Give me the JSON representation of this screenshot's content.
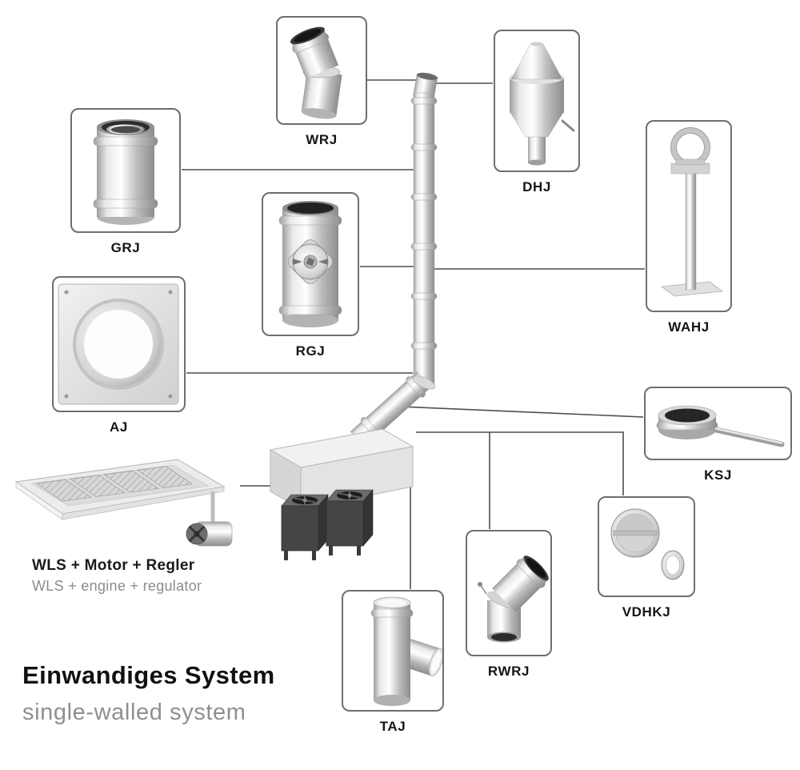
{
  "title": {
    "heading": "Einwandiges System",
    "subheading": "single-walled system"
  },
  "wls": {
    "label_de": "WLS + Motor + Regler",
    "label_en": "WLS + engine + regulator"
  },
  "parts": {
    "wrj": {
      "label": "WRJ",
      "illustration": "adjustable-elbow-pipe"
    },
    "dhj": {
      "label": "DHJ",
      "illustration": "chimney-cowl"
    },
    "grj": {
      "label": "GRJ",
      "illustration": "straight-pipe-with-liner"
    },
    "rgj": {
      "label": "RGJ",
      "illustration": "pipe-with-inspection-door"
    },
    "wahj": {
      "label": "WAHJ",
      "illustration": "wall-support-stand"
    },
    "aj": {
      "label": "AJ",
      "illustration": "wall-plate-collar"
    },
    "ksj": {
      "label": "KSJ",
      "illustration": "cap-with-handle"
    },
    "vdhkj": {
      "label": "VDHKJ",
      "illustration": "draft-regulator-discs"
    },
    "rwrj": {
      "label": "RWRJ",
      "illustration": "90-degree-elbow"
    },
    "taj": {
      "label": "TAJ",
      "illustration": "tee-piece"
    }
  },
  "colors": {
    "connector_line": "#4d4d4d",
    "box_border": "#6e6e6e",
    "steel_light": "#ececec",
    "steel_dark": "#8f8f8f",
    "opening_dark": "#1f1f1f"
  }
}
